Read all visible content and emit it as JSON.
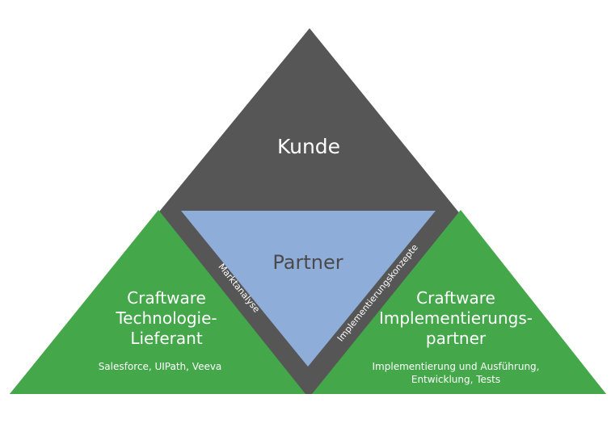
{
  "kunde": {
    "label": "Kunde"
  },
  "partner": {
    "label": "Partner"
  },
  "left": {
    "title_lines": [
      "Craftware",
      "Technologie-",
      "Lieferant"
    ],
    "sub": "Salesforce, UIPath, Veeva"
  },
  "right": {
    "title_lines": [
      "Craftware",
      "Implementierungs-",
      "partner"
    ],
    "sub_lines": [
      "Implementierung und Ausführung,",
      "Entwicklung, Tests"
    ]
  },
  "edges": {
    "left": "Marktanalyse",
    "right": "Implementierungskonzepte"
  },
  "colors": {
    "kunde": "#565656",
    "partner": "#8fadd9",
    "green": "#44a84b"
  }
}
